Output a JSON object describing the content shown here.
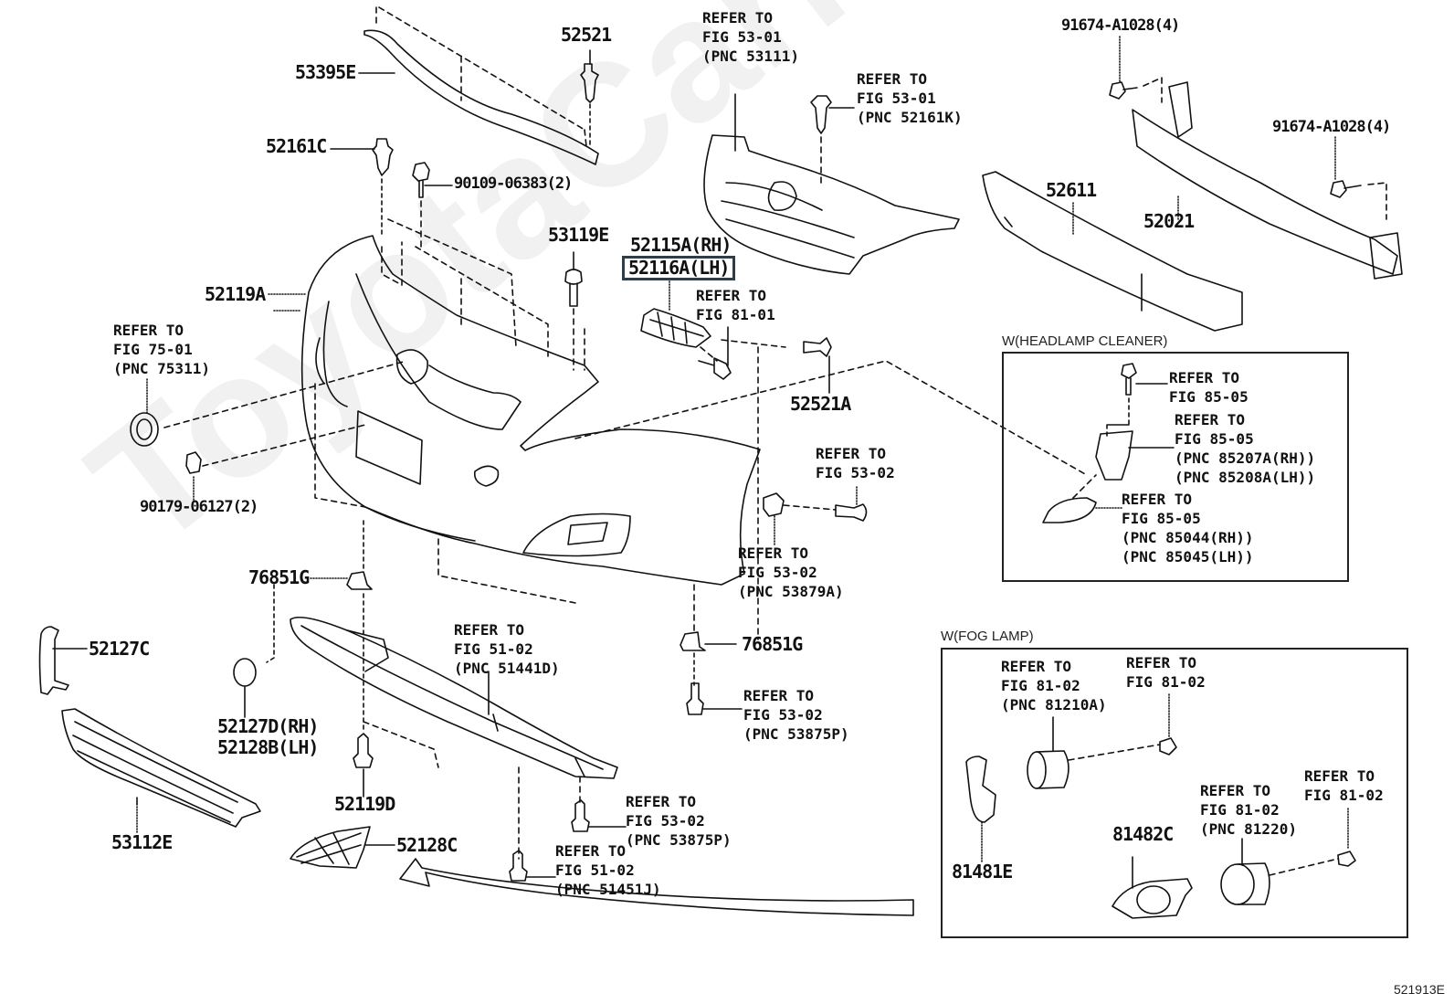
{
  "diagram": {
    "figure_id": "521913E",
    "watermark": "ToyotaCarMine.ru",
    "highlighted_part": "52116A(LH)",
    "labels": {
      "p53395E": "53395E",
      "p52521": "52521",
      "p52161C": "52161C",
      "p90109": "90109-06383(2)",
      "p53119E": "53119E",
      "p52115A": "52115A(RH)",
      "p52116A": "52116A(LH)",
      "p52119A": "52119A",
      "p52521A": "52521A",
      "p90179": "90179-06127(2)",
      "p76851G_a": "76851G",
      "p76851G_b": "76851G",
      "p52127C": "52127C",
      "p52127D": "52127D(RH)",
      "p52128B": "52128B(LH)",
      "p52119D": "52119D",
      "p53112E": "53112E",
      "p52128C": "52128C",
      "p52611": "52611",
      "p52021": "52021",
      "p91674_a": "91674-A1028(4)",
      "p91674_b": "91674-A1028(4)",
      "p81481E": "81481E",
      "p81482C": "81482C"
    },
    "refs": {
      "r53111": [
        "REFER TO",
        "FIG 53-01",
        "(PNC 53111)"
      ],
      "r52161K": [
        "REFER TO",
        "FIG 53-01",
        "(PNC 52161K)"
      ],
      "r8101": [
        "REFER TO",
        "FIG 81-01"
      ],
      "r75311": [
        "REFER TO",
        "FIG 75-01",
        "(PNC 75311)"
      ],
      "r5302a": [
        "REFER TO",
        "FIG 53-02"
      ],
      "r53879A": [
        "REFER TO",
        "FIG 53-02",
        "(PNC 53879A)"
      ],
      "r51441D": [
        "REFER TO",
        "FIG 51-02",
        "(PNC 51441D)"
      ],
      "r53875P_a": [
        "REFER TO",
        "FIG 53-02",
        "(PNC 53875P)"
      ],
      "r53875P_b": [
        "REFER TO",
        "FIG 53-02",
        "(PNC 53875P)"
      ],
      "r51451J": [
        "REFER TO",
        "FIG 51-02",
        "(PNC 51451J)"
      ]
    },
    "headlamp_cleaner_box": {
      "title": "W(HEADLAMP CLEANER)",
      "refs": {
        "screw": [
          "REFER TO",
          "FIG 85-05"
        ],
        "actuator": [
          "REFER TO",
          "FIG 85-05",
          "(PNC 85207A(RH))",
          "(PNC 85208A(LH))"
        ],
        "cover": [
          "REFER TO",
          "FIG 85-05",
          "(PNC 85044(RH))",
          "(PNC 85045(LH))"
        ]
      }
    },
    "fog_lamp_box": {
      "title": "W(FOG LAMP)",
      "refs": {
        "lamp_a": [
          "REFER TO",
          "FIG 81-02",
          "(PNC 81210A)"
        ],
        "screw_a": [
          "REFER TO",
          "FIG 81-02"
        ],
        "lamp_b": [
          "REFER TO",
          "FIG 81-02",
          "(PNC 81220)"
        ],
        "screw_b": [
          "REFER TO",
          "FIG 81-02"
        ]
      }
    }
  }
}
